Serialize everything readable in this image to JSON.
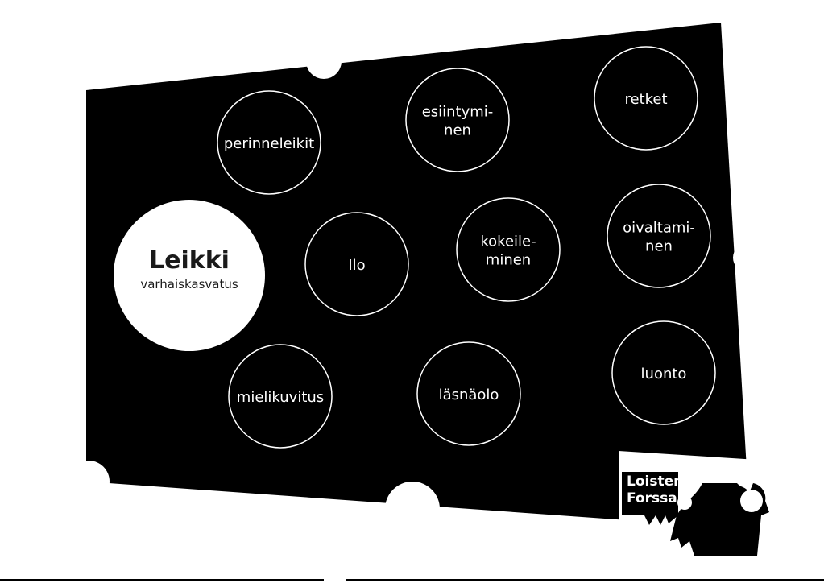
{
  "colors": {
    "board": "#000000",
    "background": "#ffffff",
    "circle_stroke": "#ffffff",
    "text_light": "#ffffff",
    "text_dark": "#1a1a1a"
  },
  "main_node": {
    "title": "Leikki",
    "subtitle": "varhaiskasvatus"
  },
  "nodes": [
    {
      "id": "perinneleikit",
      "lines": [
        "perinneleikit"
      ]
    },
    {
      "id": "esiintyminen",
      "lines": [
        "esiintymi-",
        "nen"
      ]
    },
    {
      "id": "retket",
      "lines": [
        "retket"
      ]
    },
    {
      "id": "ilo",
      "lines": [
        "Ilo"
      ]
    },
    {
      "id": "kokeileminen",
      "lines": [
        "kokeile-",
        "minen"
      ]
    },
    {
      "id": "oivaltaminen",
      "lines": [
        "oivaltami-",
        "nen"
      ]
    },
    {
      "id": "mielikuvitus",
      "lines": [
        "mielikuvitus"
      ]
    },
    {
      "id": "lasnaolo",
      "lines": [
        "läsnäolo"
      ]
    },
    {
      "id": "luonto",
      "lines": [
        "luonto"
      ]
    }
  ],
  "logo": {
    "line1": "Loisten",
    "line2": "Forssa"
  }
}
